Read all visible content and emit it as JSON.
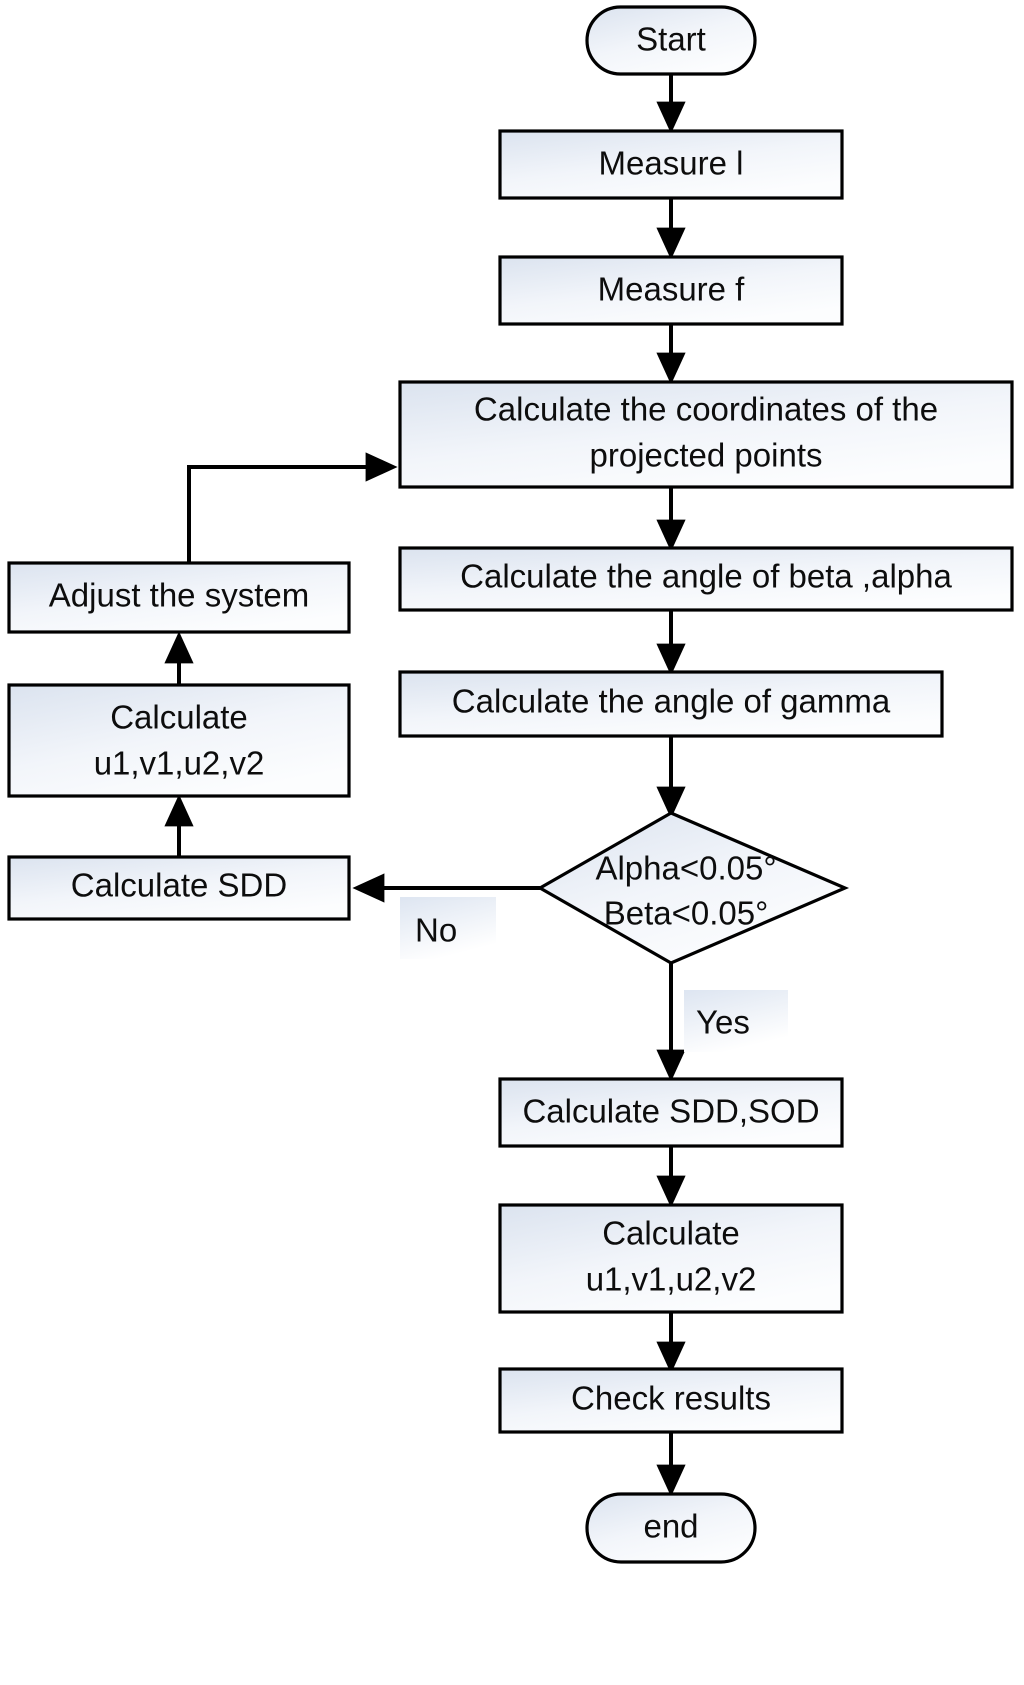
{
  "diagram": {
    "title": "Geometric calibration flowchart",
    "colors": {
      "node_fill_start": "#dce4f0",
      "node_fill_end": "#fbfcfe",
      "node_stroke": "#000000",
      "edge_stroke": "#000000",
      "text": "#0d0d0d",
      "background": "#ffffff"
    },
    "nodes": [
      {
        "id": "start",
        "type": "terminator",
        "lines": [
          "Start"
        ]
      },
      {
        "id": "measure_l",
        "type": "process",
        "lines": [
          "Measure l"
        ]
      },
      {
        "id": "measure_f",
        "type": "process",
        "lines": [
          "Measure f"
        ]
      },
      {
        "id": "calc_coords",
        "type": "process",
        "lines": [
          "Calculate the coordinates of the",
          "projected points"
        ]
      },
      {
        "id": "calc_beta",
        "type": "process",
        "lines": [
          "Calculate the angle of beta ,alpha"
        ]
      },
      {
        "id": "calc_gamma",
        "type": "process",
        "lines": [
          "Calculate the angle of gamma"
        ]
      },
      {
        "id": "decision",
        "type": "decision",
        "lines": [
          "Alpha<0.05°",
          "Beta<0.05°"
        ]
      },
      {
        "id": "calc_sdd",
        "type": "process",
        "lines": [
          "Calculate SDD"
        ]
      },
      {
        "id": "calc_uv_left",
        "type": "process",
        "lines": [
          "Calculate",
          "u1,v1,u2,v2"
        ]
      },
      {
        "id": "adjust",
        "type": "process",
        "lines": [
          "Adjust the system"
        ]
      },
      {
        "id": "calc_sdd_sod",
        "type": "process",
        "lines": [
          "Calculate SDD,SOD"
        ]
      },
      {
        "id": "calc_uv_main",
        "type": "process",
        "lines": [
          "Calculate",
          "u1,v1,u2,v2"
        ]
      },
      {
        "id": "check",
        "type": "process",
        "lines": [
          "Check results"
        ]
      },
      {
        "id": "end",
        "type": "terminator",
        "lines": [
          "end"
        ]
      }
    ],
    "edge_labels": {
      "no": "No",
      "yes": "Yes"
    }
  }
}
